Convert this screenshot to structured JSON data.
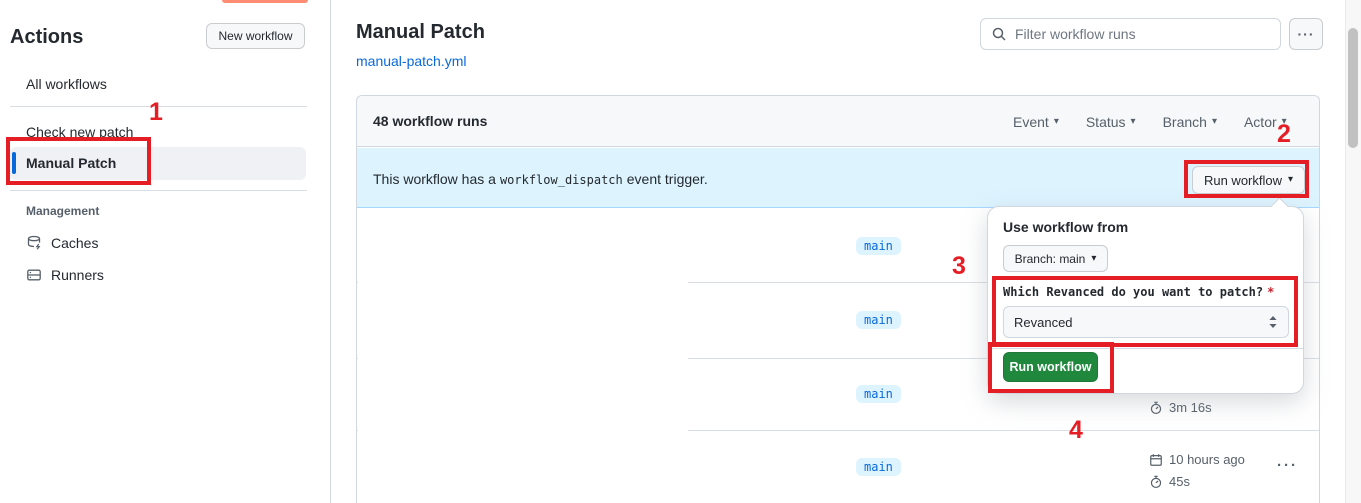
{
  "colors": {
    "top_accent": "#fd8c73",
    "link": "#0969da",
    "banner_bg": "#ddf4ff",
    "badge_bg": "#ddf4ff",
    "badge_text": "#0969da",
    "green_button": "#1f883d",
    "annotation_red": "#e51e25",
    "selected_accent": "#0969da"
  },
  "icons": {
    "caret_down": "▾",
    "kebab": "···"
  },
  "sidebar": {
    "title": "Actions",
    "new_workflow_button": "New workflow",
    "all_workflows": "All workflows",
    "workflows": [
      {
        "label": "Check new patch",
        "selected": false
      },
      {
        "label": "Manual Patch",
        "selected": true
      }
    ],
    "management_header": "Management",
    "management_items": [
      {
        "label": "Caches",
        "icon": "cache-icon"
      },
      {
        "label": "Runners",
        "icon": "runners-icon"
      }
    ]
  },
  "main_header": {
    "title": "Manual Patch",
    "workflow_file_link": "manual-patch.yml",
    "filter_placeholder": "Filter workflow runs"
  },
  "runs_table": {
    "count_label": "48 workflow runs",
    "filters": [
      {
        "label": "Event"
      },
      {
        "label": "Status"
      },
      {
        "label": "Branch"
      },
      {
        "label": "Actor"
      }
    ],
    "banner": {
      "text_before": "This workflow has a",
      "code": "workflow_dispatch",
      "text_after": "event trigger.",
      "run_workflow_label": "Run workflow"
    },
    "rows": [
      {
        "branch": "main"
      },
      {
        "branch": "main"
      },
      {
        "branch": "main",
        "duration": "3m 16s"
      },
      {
        "branch": "main",
        "started": "10 hours ago",
        "duration": "45s"
      }
    ]
  },
  "popup": {
    "heading": "Use workflow from",
    "branch_button": "Branch: main",
    "input_label": "Which Revanced do you want to patch?",
    "required_marker": "*",
    "select_value": "Revanced",
    "run_button": "Run workflow"
  },
  "annotations": {
    "step_1": "1",
    "step_2": "2",
    "step_3": "3",
    "step_4": "4"
  }
}
